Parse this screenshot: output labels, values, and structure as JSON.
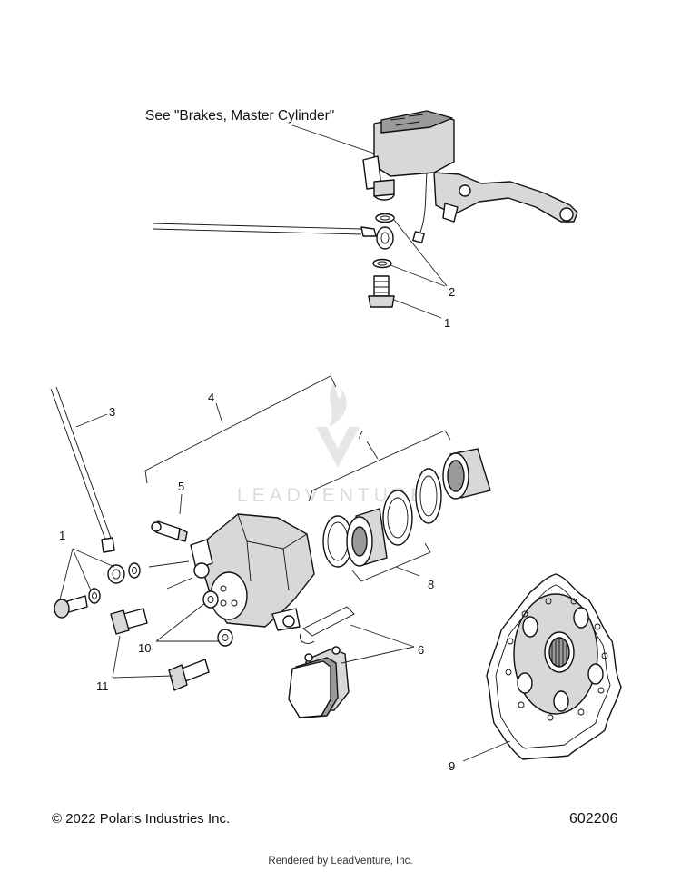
{
  "reference_note": "See \"Brakes, Master Cylinder\"",
  "callouts": {
    "c1_top": "1",
    "c2": "2",
    "c3": "3",
    "c4": "4",
    "c5": "5",
    "c6": "6",
    "c7": "7",
    "c8": "8",
    "c9": "9",
    "c10": "10",
    "c11": "11",
    "c1_left": "1"
  },
  "watermark": "LEADVENTURE",
  "footer": {
    "copyright": "© 2022 Polaris Industries Inc.",
    "diagram_id": "602206",
    "rendered_by": "Rendered by LeadVenture, Inc."
  }
}
